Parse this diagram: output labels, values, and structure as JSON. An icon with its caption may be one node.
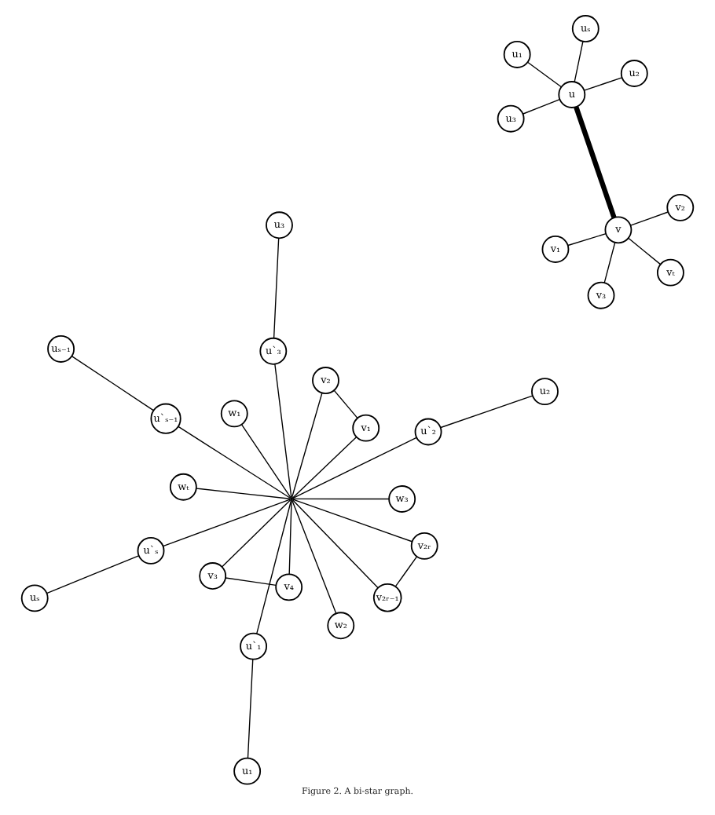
{
  "diagram": {
    "caption": "Figure 2. A bi-star graph.",
    "nodes": [
      {
        "text": [
          "u₁"
        ]
      },
      {
        "text": [
          "u₂"
        ]
      },
      {
        "text": [
          "u₃"
        ]
      },
      {
        "text": [
          "uₛ"
        ]
      },
      {
        "text": [
          "u"
        ]
      },
      {
        "text": [
          "v"
        ]
      },
      {
        "text": [
          "v₁"
        ]
      },
      {
        "text": [
          "v₂"
        ]
      },
      {
        "text": [
          "v₃"
        ]
      },
      {
        "text": [
          "vₜ"
        ]
      },
      {
        "text": [
          "wₜ"
        ]
      },
      {
        "text": [
          "w₃"
        ]
      },
      {
        "text": [
          "w₂"
        ]
      },
      {
        "text": [
          "w₁"
        ]
      },
      {
        "text": [
          "v₁"
        ]
      },
      {
        "text": [
          "v₂"
        ]
      },
      {
        "text": [
          "v₃"
        ]
      },
      {
        "text": [
          "v₄"
        ]
      },
      {
        "text": [
          "v₂ᵣ₋₁"
        ]
      },
      {
        "text": [
          "v₂ᵣ"
        ]
      },
      {
        "text": [],
        "shape": "circle"
      },
      {
        "text": [
          "u`₁"
        ]
      },
      {
        "text": [
          "u`₂"
        ]
      },
      {
        "text": [
          "u`₃"
        ]
      },
      {
        "text": [
          "u`ₛ₋₁"
        ]
      },
      {
        "text": [
          "u`ₛ"
        ]
      },
      {
        "text": [
          "u₁"
        ]
      },
      {
        "text": [
          "u₂"
        ]
      },
      {
        "text": [
          "u₃"
        ]
      },
      {
        "text": [
          "uₛ₋₁"
        ]
      },
      {
        "text": [
          "uₛ"
        ]
      }
    ],
    "edges": [
      {
        "from": 0,
        "to": 4,
        "arrow": "none"
      },
      {
        "from": 1,
        "to": 4,
        "arrow": "none"
      },
      {
        "from": 2,
        "to": 4,
        "arrow": "none"
      },
      {
        "from": 3,
        "to": 4,
        "arrow": "none"
      },
      {
        "from": 4,
        "to": 5,
        "arrow": "none",
        "style": "thick"
      },
      {
        "from": 5,
        "to": 6,
        "arrow": "none"
      },
      {
        "from": 5,
        "to": 7,
        "arrow": "none"
      },
      {
        "from": 5,
        "to": 8,
        "arrow": "none"
      },
      {
        "from": 5,
        "to": 9,
        "arrow": "none"
      },
      {
        "from": 20,
        "to": 10,
        "arrow": "none"
      },
      {
        "from": 20,
        "to": 11,
        "arrow": "none"
      },
      {
        "from": 20,
        "to": 12,
        "arrow": "none"
      },
      {
        "from": 20,
        "to": 13,
        "arrow": "none"
      },
      {
        "from": 20,
        "to": 14,
        "arrow": "none"
      },
      {
        "from": 20,
        "to": 15,
        "arrow": "none"
      },
      {
        "from": 20,
        "to": 16,
        "arrow": "none"
      },
      {
        "from": 20,
        "to": 17,
        "arrow": "none"
      },
      {
        "from": 20,
        "to": 18,
        "arrow": "none"
      },
      {
        "from": 20,
        "to": 19,
        "arrow": "none"
      },
      {
        "from": 14,
        "to": 15,
        "arrow": "none"
      },
      {
        "from": 16,
        "to": 17,
        "arrow": "none"
      },
      {
        "from": 18,
        "to": 19,
        "arrow": "none"
      },
      {
        "from": 20,
        "to": 21,
        "arrow": "none"
      },
      {
        "from": 20,
        "to": 22,
        "arrow": "none"
      },
      {
        "from": 20,
        "to": 23,
        "arrow": "none"
      },
      {
        "from": 20,
        "to": 24,
        "arrow": "none"
      },
      {
        "from": 20,
        "to": 25,
        "arrow": "none"
      },
      {
        "from": 21,
        "to": 26,
        "arrow": "none"
      },
      {
        "from": 22,
        "to": 27,
        "arrow": "none"
      },
      {
        "from": 23,
        "to": 28,
        "arrow": "none"
      },
      {
        "from": 24,
        "to": 29,
        "arrow": "none"
      },
      {
        "from": 25,
        "to": 30,
        "arrow": "none"
      }
    ]
  }
}
